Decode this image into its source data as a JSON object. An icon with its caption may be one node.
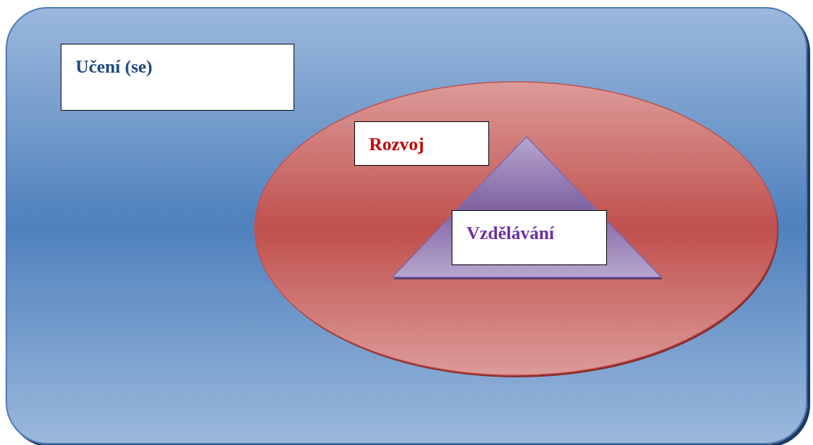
{
  "diagram": {
    "nodes": [
      {
        "text": [],
        "shape": "box"
      },
      {
        "text": [
          "Učení (se)"
        ],
        "in": 0
      },
      {
        "text": [],
        "shape": "ellipse",
        "in": 0
      },
      {
        "text": [
          "Rozvoj"
        ],
        "in": 2
      },
      {
        "text": [],
        "shape": "triangle",
        "in": 2
      },
      {
        "text": [
          "Vzdělávání"
        ],
        "in": 4
      }
    ]
  }
}
